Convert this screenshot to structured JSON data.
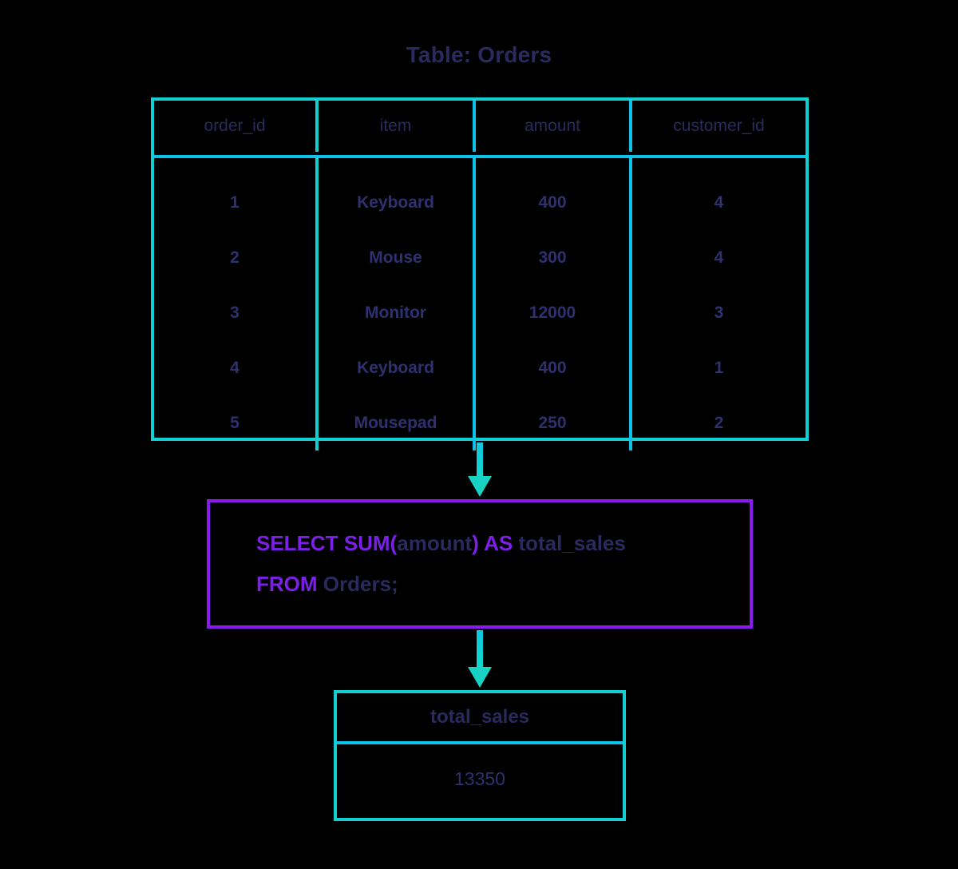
{
  "title": "Table: Orders",
  "source_table": {
    "name": "Orders",
    "columns": [
      "order_id",
      "item",
      "amount",
      "customer_id"
    ],
    "rows": [
      [
        "1",
        "Keyboard",
        "400",
        "4"
      ],
      [
        "2",
        "Mouse",
        "300",
        "4"
      ],
      [
        "3",
        "Monitor",
        "12000",
        "3"
      ],
      [
        "4",
        "Keyboard",
        "400",
        "1"
      ],
      [
        "5",
        "Mousepad",
        "250",
        "2"
      ]
    ]
  },
  "query": {
    "line1": {
      "kw_select": "SELECT",
      "kw_sum_open": "SUM(",
      "id_amount": "amount",
      "kw_close": ")",
      "kw_as": "AS",
      "id_alias": "total_sales"
    },
    "line2": {
      "kw_from": "FROM",
      "id_table": "Orders;"
    },
    "full_text": "SELECT SUM(amount) AS total_sales FROM Orders;"
  },
  "result_table": {
    "column": "total_sales",
    "value": "13350"
  },
  "arrows": [
    {
      "name": "table-to-query",
      "direction": "down"
    },
    {
      "name": "query-to-result",
      "direction": "down"
    }
  ],
  "colors": {
    "table_border": "#13cfd4",
    "table_border_alt": "#0cc2e8",
    "query_border": "#8a19f0",
    "keyword": "#7c1fe8",
    "text": "#2a2a5e",
    "value_text": "#2f3070",
    "arrow": "#18d3c4",
    "background": "#000000"
  }
}
